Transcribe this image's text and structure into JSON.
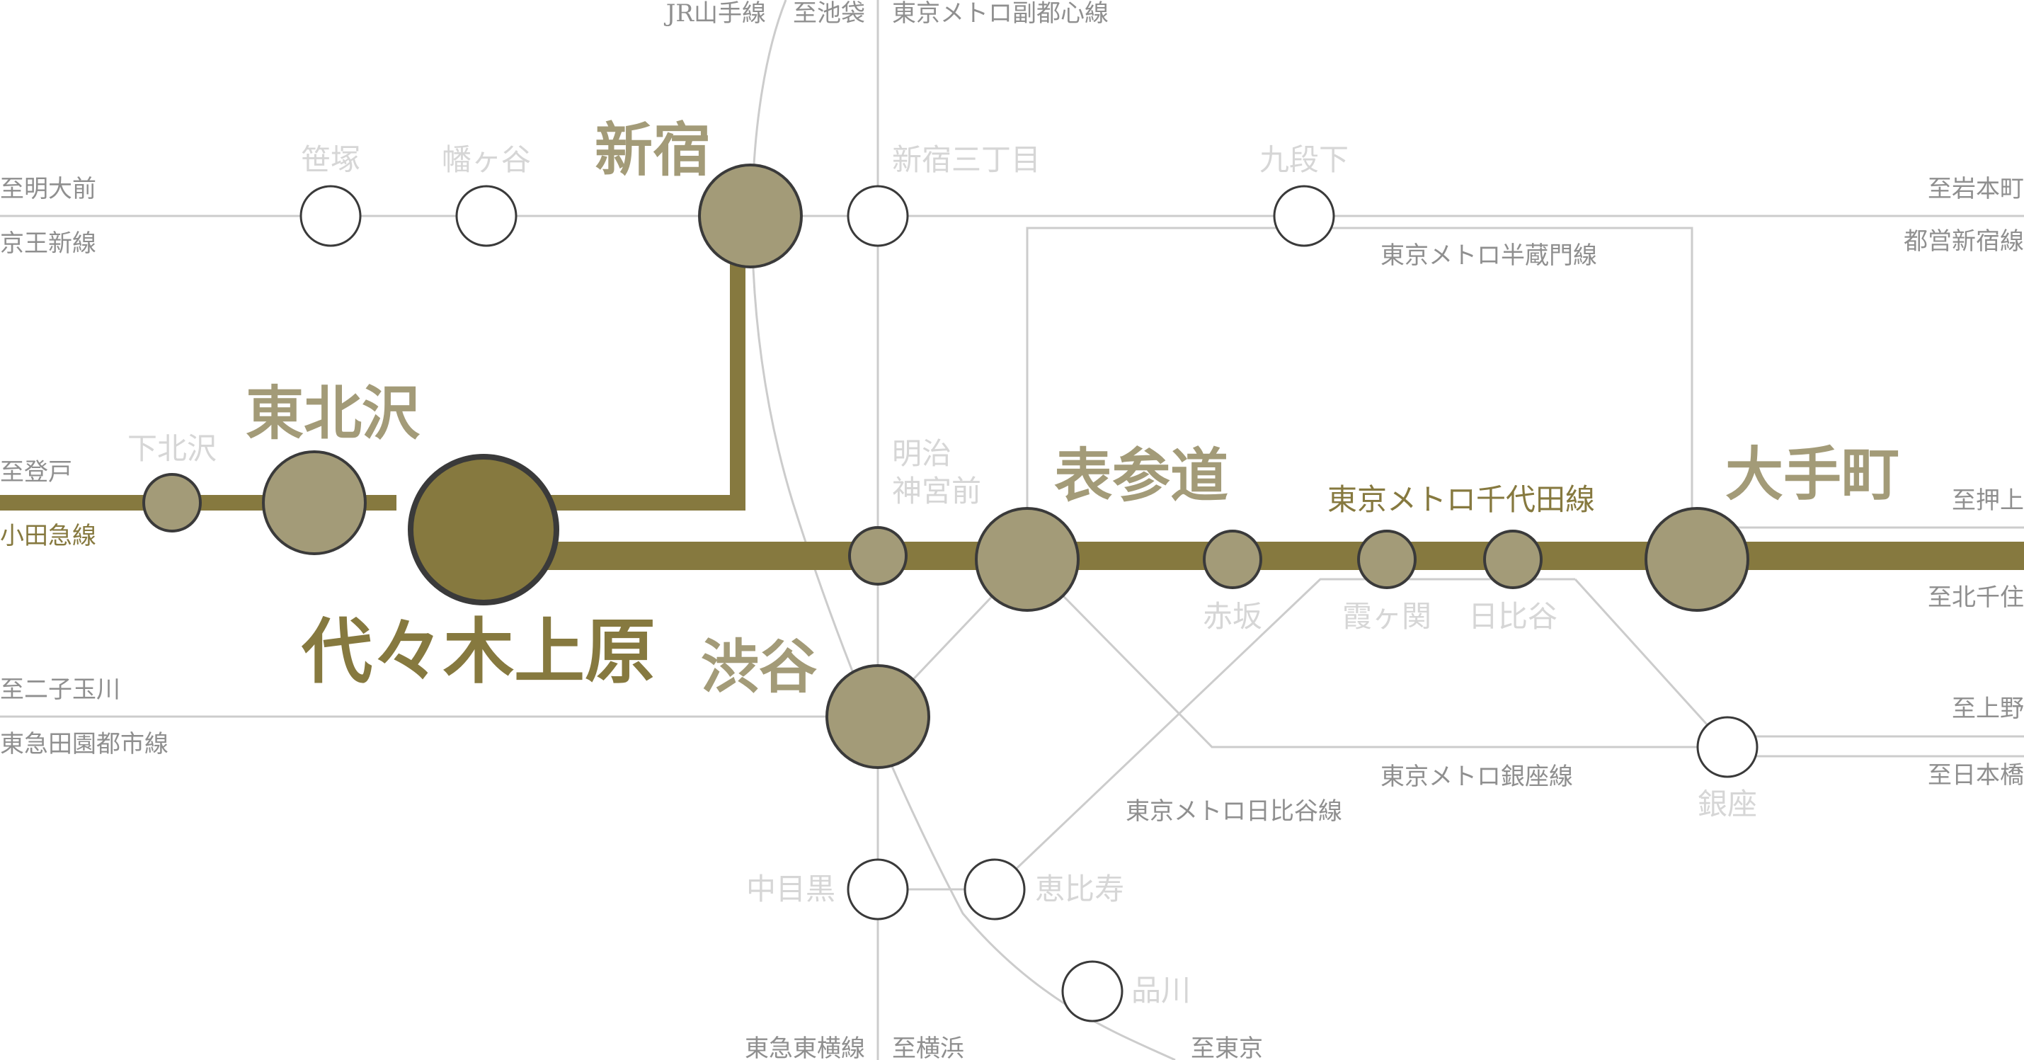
{
  "lines": {
    "jr_yamanote": "JR山手線",
    "fukutoshin": "東京メトロ副都心線",
    "keio_new": "京王新線",
    "toei_shinjuku": "都営新宿線",
    "hanzomon": "東京メトロ半蔵門線",
    "odakyu": "小田急線",
    "chiyoda": "東京メトロ千代田線",
    "denentoshi": "東急田園都市線",
    "ginza": "東京メトロ銀座線",
    "hibiya": "東京メトロ日比谷線",
    "toyoko": "東急東横線"
  },
  "directions": {
    "ikebukuro": "至池袋",
    "meidaimae": "至明大前",
    "iwamotocho": "至岩本町",
    "noborito": "至登戸",
    "oshiage": "至押上",
    "kitasenju": "至北千住",
    "futakotamagawa": "至二子玉川",
    "ueno": "至上野",
    "nihonbashi": "至日本橋",
    "yokohama": "至横浜",
    "tokyo": "至東京"
  },
  "stations": {
    "sasazuka": "笹塚",
    "hatagaya": "幡ヶ谷",
    "shinjuku": "新宿",
    "shinjuku_sanchome": "新宿三丁目",
    "kudanshita": "九段下",
    "shimokitazawa": "下北沢",
    "higashikitazawa": "東北沢",
    "yoyogi_uehara": "代々木上原",
    "meiji_jingumae_1": "明治",
    "meiji_jingumae_2": "神宮前",
    "omotesando": "表参道",
    "akasaka": "赤坂",
    "kasumigaseki": "霞ヶ関",
    "hibiya": "日比谷",
    "otemachi": "大手町",
    "shibuya": "渋谷",
    "ginza": "銀座",
    "naka_meguro": "中目黒",
    "ebisu": "恵比寿",
    "shinagawa": "品川"
  },
  "colors": {
    "gold_line": "#86793f",
    "station_tan": "#a39b78",
    "thin_line": "#cccccc"
  }
}
